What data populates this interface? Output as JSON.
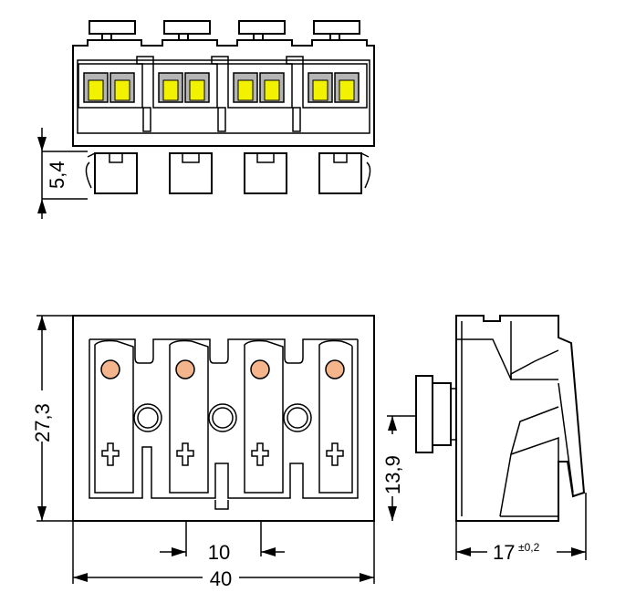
{
  "colors": {
    "line": "#000000",
    "background": "#ffffff",
    "contact_yellow": "#f2f200",
    "contact_frame": "#b5b5b5",
    "indicator_orange": "#f4b48c"
  },
  "icons": [
    "push-button-icon",
    "release-indicator-icon"
  ],
  "dimensions": {
    "top_view_offset": "5,4",
    "height": "27,3",
    "mount_height": "13,9",
    "pitch": "10",
    "width": "40",
    "depth": "17",
    "depth_tolerance": "±0,2"
  }
}
